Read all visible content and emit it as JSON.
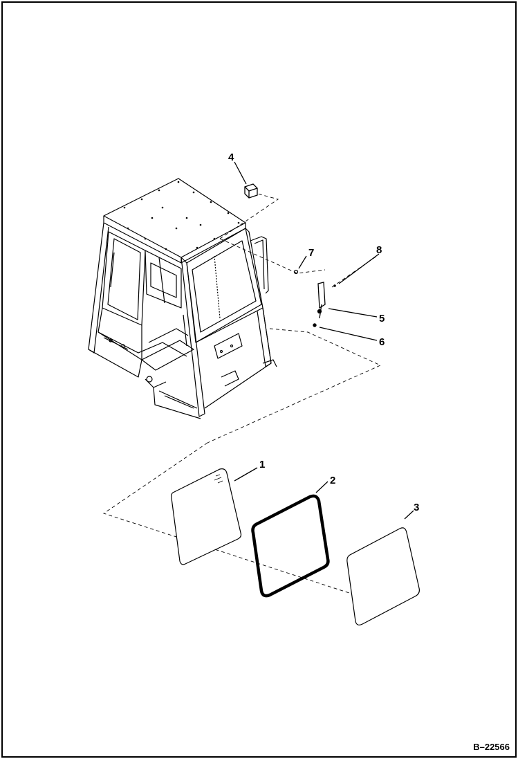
{
  "callouts": {
    "c1": "1",
    "c2": "2",
    "c3": "3",
    "c4": "4",
    "c5": "5",
    "c6": "6",
    "c7": "7",
    "c8": "8"
  },
  "drawing_code": "B–22566",
  "colors": {
    "line": "#000000",
    "background": "#ffffff"
  }
}
